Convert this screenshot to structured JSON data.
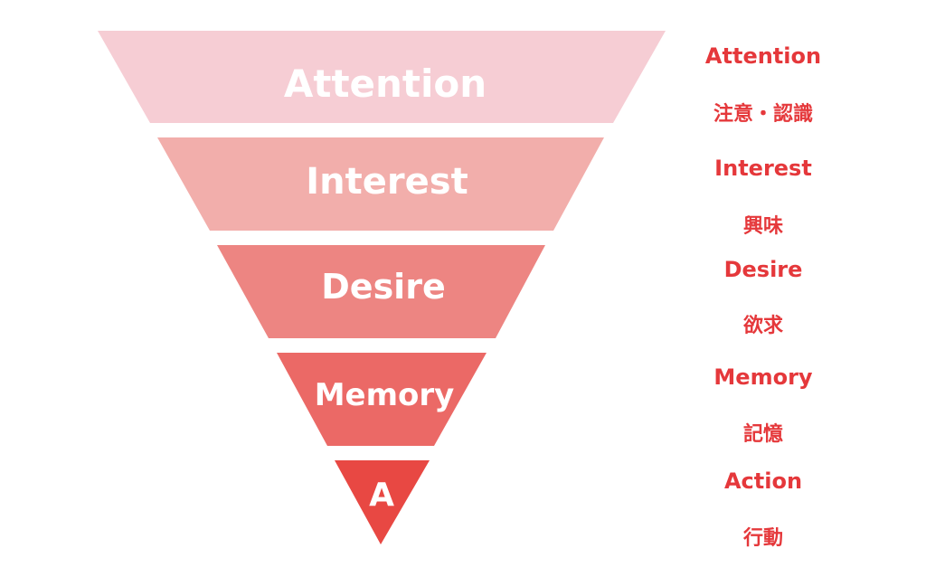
{
  "stages": [
    {
      "label": "Attention",
      "en": "Attention",
      "jp": "注意・認識",
      "color": "#f6cdd4"
    },
    {
      "label": "Interest",
      "en": "Interest",
      "jp": "興味",
      "color": "#f2aeab"
    },
    {
      "label": "Desire",
      "en": "Desire",
      "jp": "欲求",
      "color": "#ed8582"
    },
    {
      "label": "Memory",
      "en": "Memory",
      "jp": "記憶",
      "color": "#eb6966"
    },
    {
      "label": "A",
      "en": "Action",
      "jp": "行動",
      "color": "#e84843"
    }
  ],
  "accent_color": "#e5383b"
}
